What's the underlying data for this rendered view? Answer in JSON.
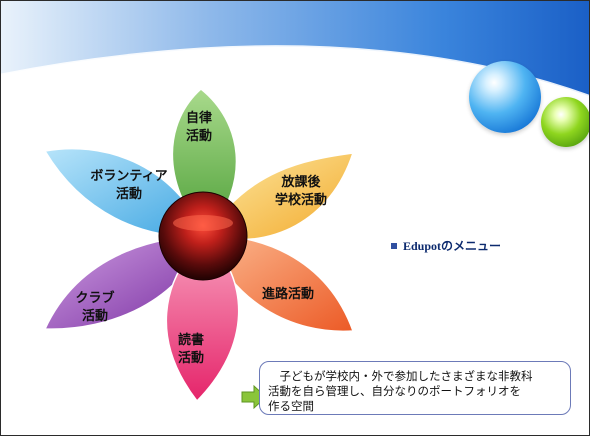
{
  "petals": {
    "autonomy": "自律\n活動",
    "volunteer": "ボランティア\n活動",
    "afterschool": "放課後\n学校活動",
    "career": "進路活動",
    "club": "クラブ\n活動",
    "reading": "読書\n活動"
  },
  "bullet": {
    "text": "Edupotのメニュー"
  },
  "callout": {
    "text": "　子どもが学校内・外で参加したさまざまな非教科\n活動を自ら管理し、自分なりのポートフォリオを\n作る空間"
  },
  "colors": {
    "banner_blue": "#2a73d2",
    "petal_green": "#7cc061",
    "petal_blue": "#7cc8ef",
    "petal_yellow": "#f6c343",
    "petal_orange": "#f48052",
    "petal_pink": "#ee4f84",
    "petal_purple": "#9f5bbe",
    "center_dark": "#3b0a0a",
    "callout_arrow": "#8ac53a"
  }
}
